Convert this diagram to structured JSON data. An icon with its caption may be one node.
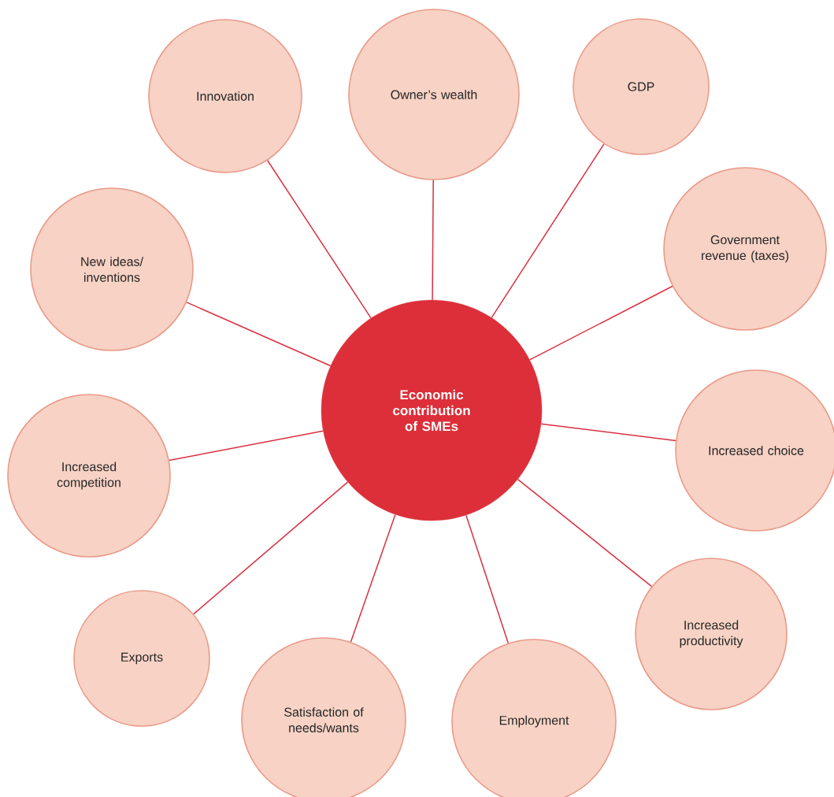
{
  "diagram": {
    "nodes": [
      {
        "text": [
          "Economic contribution of SMEs"
        ]
      },
      {
        "text": [
          "Innovation"
        ]
      },
      {
        "text": [
          "Owner’s wealth"
        ]
      },
      {
        "text": [
          "GDP"
        ]
      },
      {
        "text": [
          "Government revenue (taxes)"
        ]
      },
      {
        "text": [
          "New ideas/ inventions"
        ]
      },
      {
        "text": [
          "Increased choice"
        ]
      },
      {
        "text": [
          "Increased competition"
        ]
      },
      {
        "text": [
          "Increased productivity"
        ]
      },
      {
        "text": [
          "Exports"
        ]
      },
      {
        "text": [
          "Satisfaction of needs/wants"
        ]
      },
      {
        "text": [
          "Employment"
        ]
      }
    ],
    "edges": [
      {
        "from": 0,
        "to": 1,
        "arrow": "none"
      },
      {
        "from": 0,
        "to": 2,
        "arrow": "none"
      },
      {
        "from": 0,
        "to": 3,
        "arrow": "none"
      },
      {
        "from": 0,
        "to": 4,
        "arrow": "none"
      },
      {
        "from": 0,
        "to": 5,
        "arrow": "none"
      },
      {
        "from": 0,
        "to": 6,
        "arrow": "none"
      },
      {
        "from": 0,
        "to": 7,
        "arrow": "none"
      },
      {
        "from": 0,
        "to": 8,
        "arrow": "none"
      },
      {
        "from": 0,
        "to": 9,
        "arrow": "none"
      },
      {
        "from": 0,
        "to": 10,
        "arrow": "none"
      },
      {
        "from": 0,
        "to": 11,
        "arrow": "none"
      }
    ]
  }
}
